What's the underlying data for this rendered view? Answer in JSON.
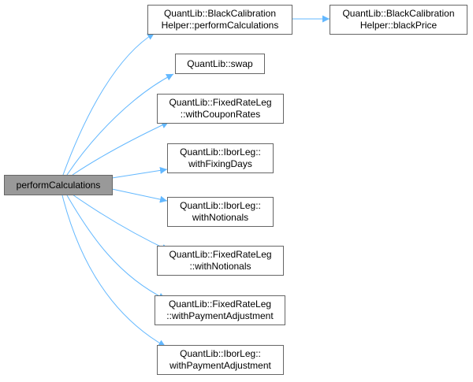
{
  "graph": {
    "root": {
      "lines": [
        "performCalculations"
      ]
    },
    "callees": [
      {
        "id": "black-calibration-helper-perform-calculations",
        "lines": [
          "QuantLib::BlackCalibration",
          "Helper::performCalculations"
        ]
      },
      {
        "id": "black-calibration-helper-black-price",
        "lines": [
          "QuantLib::BlackCalibration",
          "Helper::blackPrice"
        ]
      },
      {
        "id": "swap",
        "lines": [
          "QuantLib::swap"
        ]
      },
      {
        "id": "fixed-rate-leg-with-coupon-rates",
        "lines": [
          "QuantLib::FixedRateLeg",
          "::withCouponRates"
        ]
      },
      {
        "id": "ibor-leg-with-fixing-days",
        "lines": [
          "QuantLib::IborLeg::",
          "withFixingDays"
        ]
      },
      {
        "id": "ibor-leg-with-notionals",
        "lines": [
          "QuantLib::IborLeg::",
          "withNotionals"
        ]
      },
      {
        "id": "fixed-rate-leg-with-notionals",
        "lines": [
          "QuantLib::FixedRateLeg",
          "::withNotionals"
        ]
      },
      {
        "id": "fixed-rate-leg-with-payment-adjustment",
        "lines": [
          "QuantLib::FixedRateLeg",
          "::withPaymentAdjustment"
        ]
      },
      {
        "id": "ibor-leg-with-payment-adjustment",
        "lines": [
          "QuantLib::IborLeg::",
          "withPaymentAdjustment"
        ]
      }
    ],
    "colors": {
      "edge": "#63B8FF",
      "root_fill": "#999999",
      "node_fill": "#FFFFFF",
      "node_border": "#666666"
    }
  }
}
